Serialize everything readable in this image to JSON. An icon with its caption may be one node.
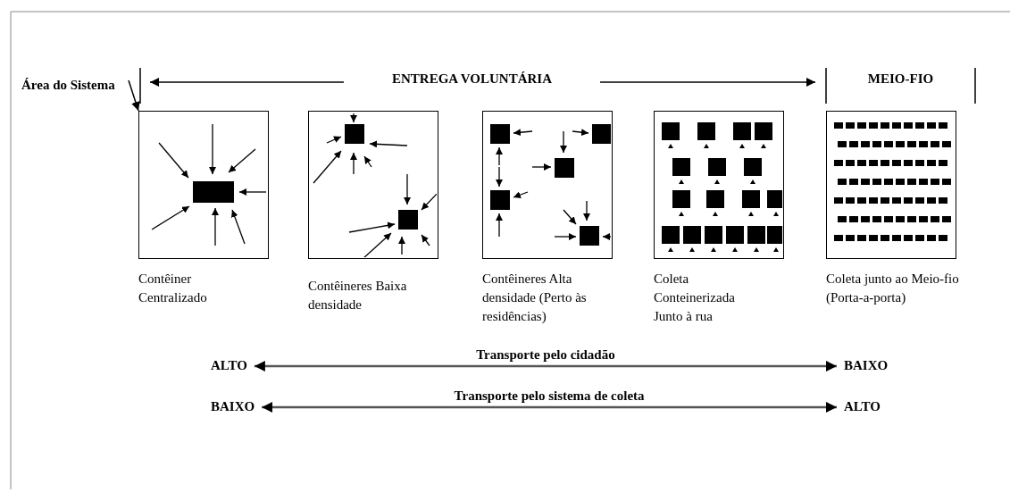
{
  "diagram": {
    "nodes": [
      {
        "text": [
          "Área do Sistema"
        ]
      },
      {
        "text": [],
        "shape": "picture",
        "beside": [
          "Contêiner Centralizado"
        ]
      },
      {
        "text": [],
        "shape": "picture",
        "beside": [
          "Contêineres Baixa densidade"
        ]
      },
      {
        "text": [],
        "shape": "picture",
        "beside": [
          "Contêineres Alta densidade (Perto às residências)"
        ]
      },
      {
        "text": [],
        "shape": "picture",
        "beside": [
          "Coleta Conteinerizada Junto à rua"
        ]
      },
      {
        "text": [],
        "shape": "picture",
        "beside": [
          "Coleta junto ao Meio-fio (Porta-a-porta)"
        ]
      },
      {
        "text": [
          "ALTO"
        ]
      },
      {
        "text": [
          "BAIXO"
        ]
      },
      {
        "text": [
          "BAIXO"
        ]
      },
      {
        "text": [
          "ALTO"
        ]
      }
    ],
    "edges": [
      {
        "from": 0,
        "to": 1,
        "arrow": "to"
      },
      {
        "from": 6,
        "to": 7,
        "arrow": "both",
        "label": "Transporte pelo cidadão"
      },
      {
        "from": 8,
        "to": 9,
        "arrow": "both",
        "label": "Transporte pelo sistema de coleta"
      }
    ],
    "labels": [
      "ENTREGA VOLUNTÁRIA",
      "MEIO-FIO"
    ]
  }
}
